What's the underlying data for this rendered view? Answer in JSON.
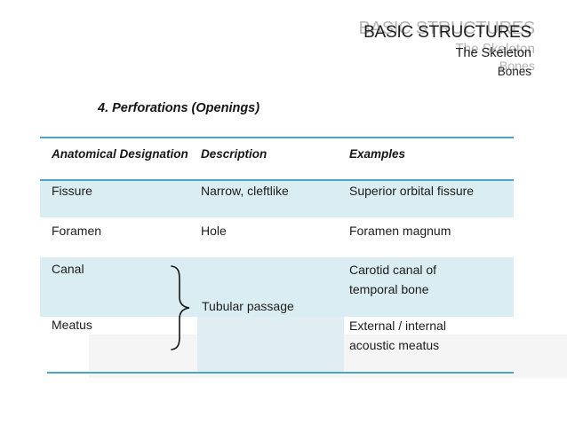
{
  "slide": {
    "title": {
      "lines": [
        "BASIC STRUCTURES",
        "The Skeleton",
        "Bones"
      ]
    },
    "section_heading": "4. Perforations (Openings)",
    "table": {
      "headers": [
        "Anatomical Designation",
        "Description",
        "Examples"
      ],
      "rows": [
        {
          "designation": "Fissure",
          "description": "Narrow, cleftlike",
          "examples": [
            "Superior orbital fissure"
          ]
        },
        {
          "designation": "Foramen",
          "description": "Hole",
          "examples": [
            "Foramen magnum"
          ]
        },
        {
          "designation": "Canal",
          "description": "",
          "examples": [
            "Carotid canal of",
            "temporal bone"
          ]
        },
        {
          "designation": "Meatus",
          "description": "",
          "examples": [
            "External / internal",
            "acoustic meatus"
          ]
        }
      ],
      "merged_description": "Tubular passage"
    },
    "colors": {
      "row_shade": "#d9edf3",
      "merged_cell_shade": "#e0edf2",
      "rule_line": "#4aa6c3",
      "artifact_gray": "#f5f5f5",
      "ghost_text": "#b5b5b5",
      "text": "#1c1c1c"
    }
  }
}
